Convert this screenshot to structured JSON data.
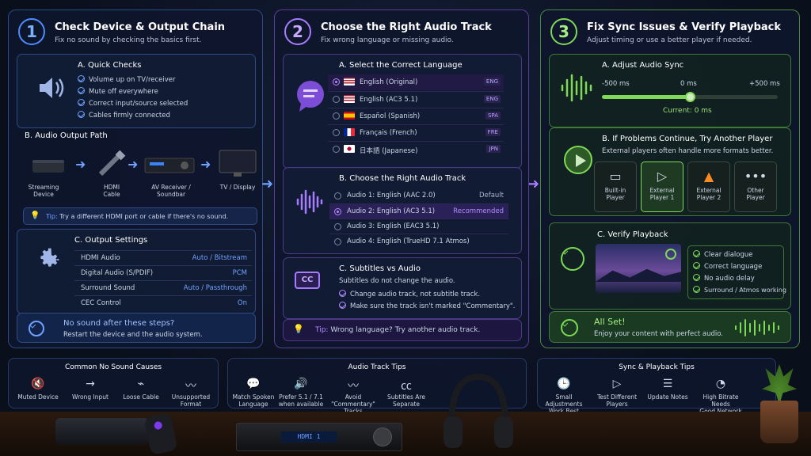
{
  "col1": {
    "num": "1",
    "title": "Check Device & Output Chain",
    "subtitle": "Fix no sound by checking the basics first.",
    "quick": {
      "title": "A. Quick Checks",
      "items": [
        "Volume up on TV/receiver",
        "Mute off everywhere",
        "Correct input/source selected",
        "Cables firmly connected"
      ]
    },
    "path": {
      "title": "B. Audio Output Path",
      "nodes": [
        "Streaming\nDevice",
        "HDMI\nCable",
        "AV Receiver /\nSoundbar",
        "TV / Display"
      ],
      "tip_label": "Tip:",
      "tip": "Try a different HDMI port or cable if there's no sound."
    },
    "settings": {
      "title": "C. Output Settings",
      "rows": [
        {
          "k": "HDMI Audio",
          "v": "Auto / Bitstream"
        },
        {
          "k": "Digital Audio (S/PDIF)",
          "v": "PCM"
        },
        {
          "k": "Surround Sound",
          "v": "Auto / Passthrough"
        },
        {
          "k": "CEC Control",
          "v": "On"
        }
      ]
    },
    "nosound": {
      "title": "No sound after these steps?",
      "text": "Restart the device and the audio system."
    }
  },
  "col2": {
    "num": "2",
    "title": "Choose the Right Audio Track",
    "subtitle": "Fix wrong language or missing audio.",
    "lang": {
      "title": "A. Select the Correct Language",
      "items": [
        {
          "name": "English (Original)",
          "code": "ENG",
          "selected": true
        },
        {
          "name": "English (AC3 5.1)",
          "code": "ENG",
          "selected": false
        },
        {
          "name": "Español (Spanish)",
          "code": "SPA",
          "selected": false
        },
        {
          "name": "Français (French)",
          "code": "FRE",
          "selected": false
        },
        {
          "name": "日本語 (Japanese)",
          "code": "JPN",
          "selected": false
        }
      ]
    },
    "track": {
      "title": "B. Choose the Right Audio Track",
      "items": [
        {
          "name": "Audio 1: English (AAC 2.0)",
          "tag": "Default",
          "selected": false
        },
        {
          "name": "Audio 2: English (AC3 5.1)",
          "tag": "Recommended",
          "selected": true
        },
        {
          "name": "Audio 3: English (EAC3 5.1)",
          "tag": "",
          "selected": false
        },
        {
          "name": "Audio 4: English (TrueHD 7.1 Atmos)",
          "tag": "",
          "selected": false
        }
      ]
    },
    "subs": {
      "title": "C. Subtitles vs Audio",
      "text": "Subtitles do not change the audio.",
      "items": [
        "Change audio track, not subtitle track.",
        "Make sure the track isn't marked \"Commentary\"."
      ],
      "cc": "CC"
    },
    "tip": {
      "label": "Tip:",
      "text": "Wrong language? Try another audio track."
    }
  },
  "col3": {
    "num": "3",
    "title": "Fix Sync Issues & Verify Playback",
    "subtitle": "Adjust timing or use a better player if needed.",
    "sync": {
      "title": "A. Adjust Audio Sync",
      "min": "-500 ms",
      "mid": "0 ms",
      "max": "+500 ms",
      "current": "Current: 0 ms",
      "value": 0.5
    },
    "player": {
      "title": "B. If Problems Continue, Try Another Player",
      "text": "External players often handle more formats better.",
      "options": [
        "Built-in\nPlayer",
        "External\nPlayer 1",
        "External\nPlayer 2",
        "Other\nPlayer"
      ]
    },
    "verify": {
      "title": "C. Verify Playback",
      "items": [
        "Clear dialogue",
        "Correct language",
        "No audio delay",
        "Surround / Atmos working"
      ]
    },
    "allset": {
      "title": "All Set!",
      "text": "Enjoy your content with perfect audio."
    }
  },
  "bottom": {
    "causes": {
      "title": "Common No Sound Causes",
      "items": [
        "Muted Device",
        "Wrong Input",
        "Loose Cable",
        "Unsupported Format"
      ]
    },
    "tips": {
      "title": "Audio Track Tips",
      "items": [
        "Match Spoken\nLanguage",
        "Prefer 5.1 / 7.1\nwhen available",
        "Avoid \"Commentary\"\nTracks",
        "Subtitles Are\nSeparate"
      ]
    },
    "sync": {
      "title": "Sync & Playback Tips",
      "items": [
        "Small Adjustments\nWork Best",
        "Test Different\nPlayers",
        "Update Notes",
        "High Bitrate Needs\nGood Network"
      ]
    }
  },
  "scene": {
    "display": "HDMI 1"
  }
}
